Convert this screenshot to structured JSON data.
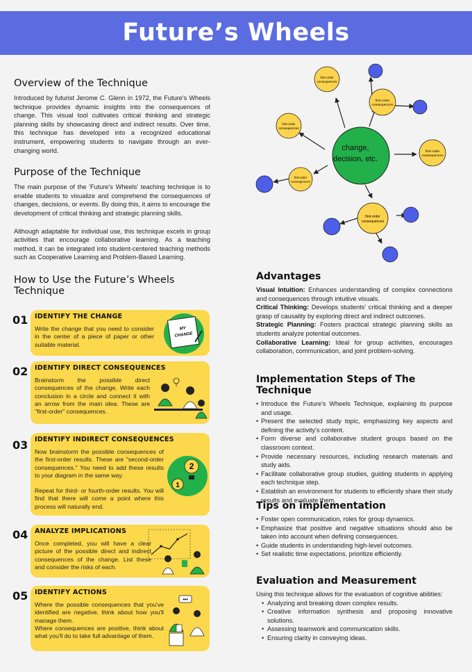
{
  "header": {
    "title": "Future’s Wheels"
  },
  "overview": {
    "heading": "Overview of the Technique",
    "text": "Introduced by futurist Jerome C. Glenn in 1972, the Future's Wheels technique provides dynamic insights into the consequences of change. This visual tool cultivates critical thinking and strategic planning skills by showcasing direct and indirect results. Over time, this technique has developed into a recognized educational instrument, empowering students to navigate through an ever-changing world."
  },
  "purpose": {
    "heading": "Purpose of the Technique",
    "text1": "The main purpose of the 'Future's Wheels' teaching technique is to enable students to visualize and comprehend the consequences of changes, decisions, or events. By doing this, it aims to encourage the development of critical thinking and strategic planning skills.",
    "text2": "Although adaptable for individual use, this technique excels in group activities that encourage collaborative learning. As a teaching method, it can be integrated into student-centered teaching methods such as Cooperative Learning and Problem-Based Learning."
  },
  "howto": {
    "heading": "How to Use the Future’s Wheels Technique",
    "steps": [
      {
        "num": "01",
        "title": "IDENTIFY THE CHANGE",
        "text": "Write the change that you need to consider in the center of a piece of paper or other suitable material.",
        "illustration_text": "MY CHANGE"
      },
      {
        "num": "02",
        "title": "IDENTIFY DIRECT CONSEQUENCES",
        "text": "Brainstorm the possible direct consequences of the change. Write each conclusion in a circle and connect it with an arrow from the main idea. These are \"first-order\" consequences."
      },
      {
        "num": "03",
        "title": "IDENTIFY INDIRECT CONSEQUENCES",
        "text": "Now brainstorm the possible consequences of the first-order results. These are \"second-order consequences.\" You need to add these results to your diagram in the same way.",
        "text2": "Repeat for third- or fourth-order results. You will find that there will come a point where this process will naturally end.",
        "badge1": "1",
        "badge2": "2"
      },
      {
        "num": "04",
        "title": "ANALYZE IMPLICATIONS",
        "text": "Once completed, you will have a clear picture of the possible direct and indirect consequences of the change. List these and consider the risks of each."
      },
      {
        "num": "05",
        "title": "IDENTIFY ACTIONS",
        "text": "Where the possible consequences that you've identified are negative, think about how you'll manage them.",
        "text2": "Where consequences are positive, think about what you'll do to take full advantage of them.",
        "bubble": "•••"
      }
    ]
  },
  "diagram": {
    "center": [
      "change,",
      "decision, etc."
    ],
    "first_order_label": [
      "first-order",
      "consequences"
    ]
  },
  "advantages": {
    "heading": "Advantages",
    "items": [
      {
        "label": "Visual Intuition:",
        "text": " Enhances understanding of complex connections and consequences through intuitive visuals."
      },
      {
        "label": "Critical Thinking:",
        "text": " Develops students' critical thinking and a deeper grasp of causality by exploring direct and indirect outcomes."
      },
      {
        "label": "Strategic Planning:",
        "text": " Fosters practical strategic planning skills as students analyze potential outcomes."
      },
      {
        "label": "Collaborative Learning:",
        "text": " Ideal for group activities, encourages collaboration, communication, and joint problem-solving."
      }
    ]
  },
  "implementation": {
    "heading": "Implementation Steps of The Technique",
    "items": [
      "Introduce the Future's Wheels Technique, explaining its purpose and usage.",
      "Present the selected study topic, emphasizing key aspects and defining the activity's content.",
      "Form diverse and collaborative student groups based on the classroom context.",
      "Provide necessary resources, including research materials and study aids.",
      "Facilitate collaborative group studies, guiding students in applying each technique step.",
      "Establish an environment for students to efficiently share their study results and evaluate them."
    ]
  },
  "tips": {
    "heading": "Tips on implementation",
    "items": [
      "Foster open communication, roles for group dynamics.",
      "Emphasize that positive and negative situations should also be taken into account when defining consequences.",
      "Guide students in understanding high-level outcomes.",
      "Set realistic time expectations, prioritize efficiently."
    ]
  },
  "evaluation": {
    "heading": "Evaluation and Measurement",
    "intro": "Using this technique allows for the evaluation of cognitive abilities:",
    "items": [
      "Analyzing and breaking down complex results.",
      "Creative information synthesis and proposing innovative solutions.",
      "Assessing teamwork and communication skills.",
      "Ensuring clarity in conveying ideas."
    ]
  },
  "colors": {
    "header": "#5b6ce0",
    "card": "#fbd84c",
    "green": "#22b04b",
    "node_yellow": "#fcd34d",
    "node_blue": "#4d5ee8"
  }
}
